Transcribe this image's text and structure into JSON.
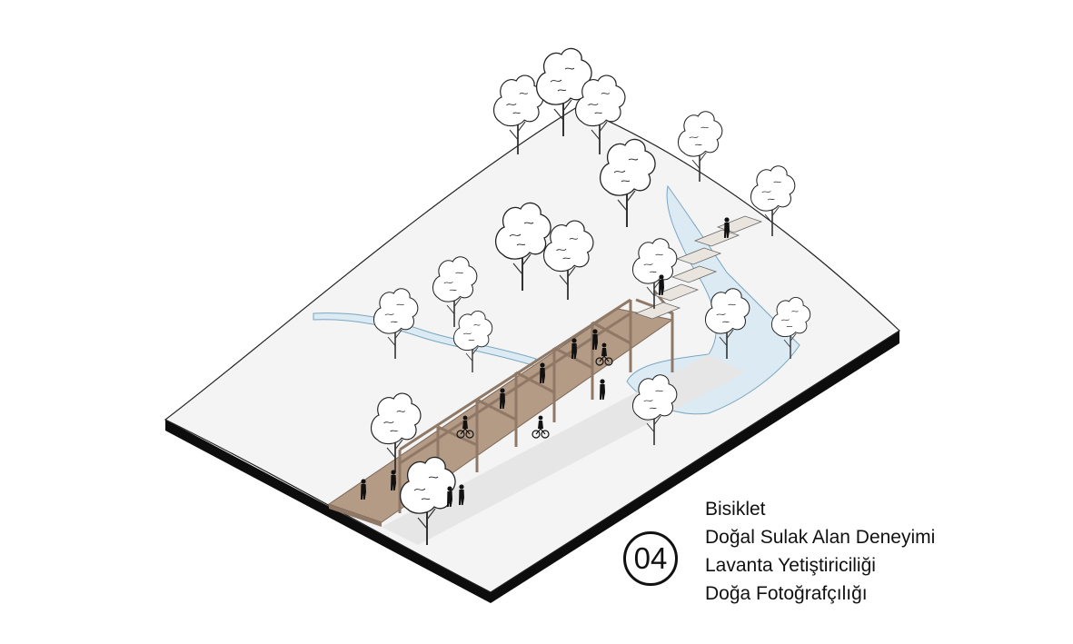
{
  "legend": {
    "number": "04",
    "activities": [
      "Bisiklet",
      "Doğal Sulak Alan Deneyimi",
      "Lavanta Yetiştiriciliği",
      "Doğa Fotoğrafçılığı"
    ]
  },
  "colors": {
    "ground": "#f4f4f4",
    "water": "#dcebf3",
    "water_edge": "#7aa6c0",
    "wood": "#b49b86",
    "wood_dark": "#8f7866",
    "shadow": "#e4e4e4",
    "ink": "#111111"
  },
  "icons": [
    "tree-icon",
    "person-silhouette-icon",
    "bicycle-icon"
  ]
}
